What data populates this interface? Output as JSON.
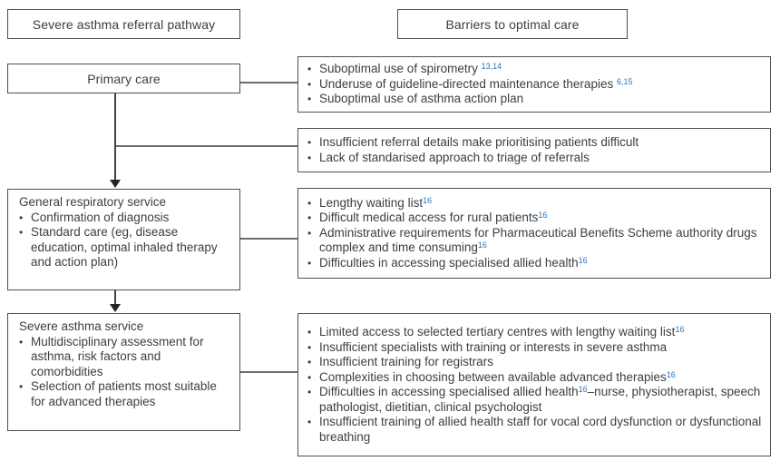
{
  "colors": {
    "text": "#3b3e42",
    "border": "#4d4f52",
    "connector": "#6b6c6e",
    "reference_blue": "#2e6fb7",
    "background": "#ffffff"
  },
  "headers": {
    "left": "Severe asthma referral pathway",
    "right": "Barriers to optimal care"
  },
  "pathway": [
    {
      "title": "Primary care",
      "bullets": []
    },
    {
      "title": "General respiratory service",
      "bullets": [
        "Confirmation of diagnosis",
        "Standard care (eg, disease education, optimal inhaled therapy and action plan)"
      ]
    },
    {
      "title": "Severe asthma service",
      "bullets": [
        "Multidisciplinary assessment for asthma, risk factors and comorbidities",
        "Selection of patients most suitable for advanced therapies"
      ]
    }
  ],
  "barriers": [
    {
      "items": [
        {
          "text": "Suboptimal use of spirometry ",
          "ref": "13,14"
        },
        {
          "text": "Underuse of guideline-directed maintenance therapies ",
          "ref": "6,15"
        },
        {
          "text": "Suboptimal use of asthma action plan"
        }
      ]
    },
    {
      "items": [
        {
          "text": "Insufficient referral details make prioritising patients difficult"
        },
        {
          "text": "Lack of standarised approach to triage of referrals"
        }
      ]
    },
    {
      "items": [
        {
          "text": "Lengthy waiting list",
          "ref": "16"
        },
        {
          "text": "Difficult medical access for rural patients",
          "ref": "16"
        },
        {
          "text": "Administrative requirements for Pharmaceutical Benefits Scheme authority drugs complex and time consuming",
          "ref": "16"
        },
        {
          "text": "Difficulties in accessing specialised allied health",
          "ref": "16"
        }
      ]
    },
    {
      "items": [
        {
          "text": "Limited access to selected tertiary centres with lengthy waiting list",
          "ref": "16"
        },
        {
          "text": "Insufficient specialists with training or interests in severe asthma"
        },
        {
          "text": "Insufficient training for registrars"
        },
        {
          "text": "Complexities in choosing between available advanced therapies",
          "ref": "16"
        },
        {
          "text": "Difficulties in accessing specialised allied health",
          "ref": "16",
          "tail": "–nurse, physiotherapist, speech pathologist, dietitian, clinical psychologist"
        },
        {
          "text": "Insufficient training of allied health staff for vocal cord dysfunction or dysfunctional breathing"
        }
      ]
    }
  ]
}
